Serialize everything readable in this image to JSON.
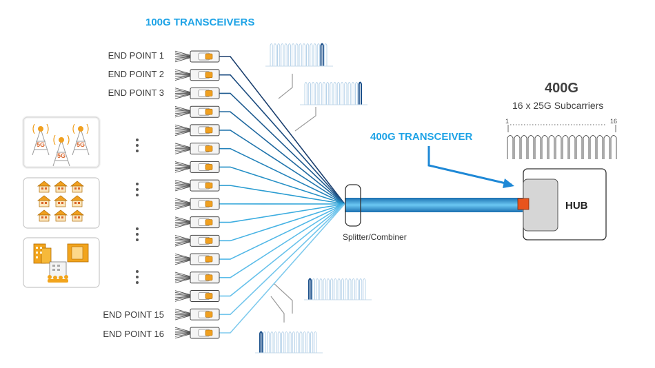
{
  "header": {
    "transceivers_100g": "100G TRANSCEIVERS"
  },
  "endpoints": {
    "labels": [
      "END POINT 1",
      "END POINT 2",
      "END POINT 3",
      "END POINT 15",
      "END POINT 16"
    ]
  },
  "splitter": {
    "label": "Splitter/Combiner"
  },
  "transceiver_400g": {
    "label": "400G TRANSCEIVER"
  },
  "capacity": {
    "title": "400G",
    "subtitle": "16 x 25G Subcarriers",
    "scale_start": "1",
    "scale_end": "16"
  },
  "hub": {
    "label": "HUB"
  },
  "colors": {
    "accent_blue": "#1ea3e6",
    "dark_blue": "#1b5f8f",
    "orange": "#f0a020",
    "red_port": "#e8541c"
  },
  "icons": [
    "5g-tower-icon",
    "house-icon",
    "office-building-icon"
  ]
}
